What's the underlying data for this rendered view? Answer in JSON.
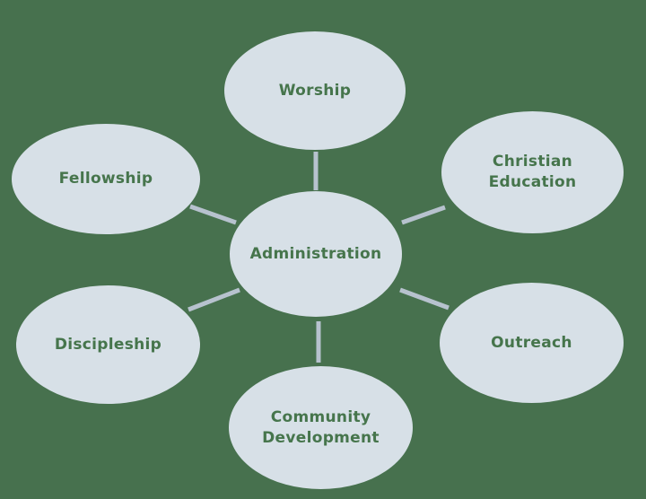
{
  "diagram": {
    "type": "hub-and-spoke",
    "nodes": [
      {
        "id": "administration",
        "label": "Administration",
        "role": "center"
      },
      {
        "id": "worship",
        "label": "Worship",
        "role": "spoke"
      },
      {
        "id": "christian-education",
        "label": "Christian Education",
        "role": "spoke"
      },
      {
        "id": "outreach",
        "label": "Outreach",
        "role": "spoke"
      },
      {
        "id": "community-development",
        "label": "Community Development",
        "role": "spoke"
      },
      {
        "id": "discipleship",
        "label": "Discipleship",
        "role": "spoke"
      },
      {
        "id": "fellowship",
        "label": "Fellowship",
        "role": "spoke"
      }
    ],
    "edges": [
      {
        "from": "administration",
        "to": "worship"
      },
      {
        "from": "administration",
        "to": "christian-education"
      },
      {
        "from": "administration",
        "to": "outreach"
      },
      {
        "from": "administration",
        "to": "community-development"
      },
      {
        "from": "administration",
        "to": "discipleship"
      },
      {
        "from": "administration",
        "to": "fellowship"
      }
    ],
    "colors": {
      "background": "#47714E",
      "ellipse_fill": "#D7E0E7",
      "connector": "#B7C2CE",
      "label_text": "#46754C"
    }
  }
}
